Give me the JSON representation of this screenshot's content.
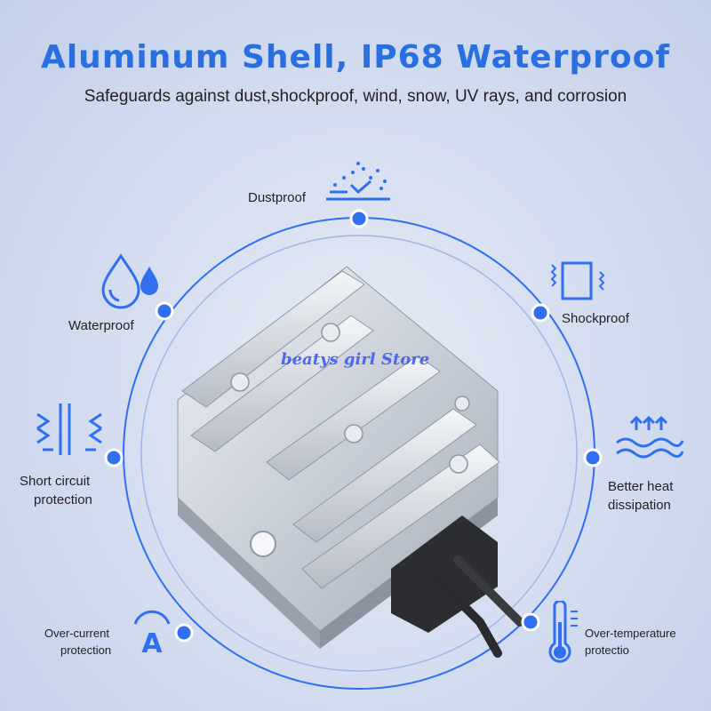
{
  "header": {
    "title": "Aluminum Shell, IP68 Waterproof",
    "subtitle": "Safeguards against dust,shockproof, wind, snow, UV rays, and corrosion"
  },
  "features": {
    "dustproof": "Dustproof",
    "waterproof": "Waterproof",
    "shockproof": "Shockproof",
    "short_circuit_1": "Short circuit",
    "short_circuit_2": "protection",
    "heat_1": "Better heat",
    "heat_2": "dissipation",
    "overcurrent_1": "Over-current",
    "overcurrent_2": "protection",
    "overtemp_1": "Over-temperature",
    "overtemp_2": "protectio"
  },
  "watermark": "beatys girl Store",
  "icons": {
    "dustproof": "dust-icon",
    "waterproof": "water-drops-icon",
    "shockproof": "shockproof-icon",
    "short_circuit": "short-circuit-icon",
    "heat": "heat-dissipation-icon",
    "overcurrent": "ammeter-icon",
    "overtemp": "thermometer-icon"
  },
  "colors": {
    "accent": "#2a6fe0",
    "dot": "#2f6ff0",
    "background": "#d6dff0"
  }
}
